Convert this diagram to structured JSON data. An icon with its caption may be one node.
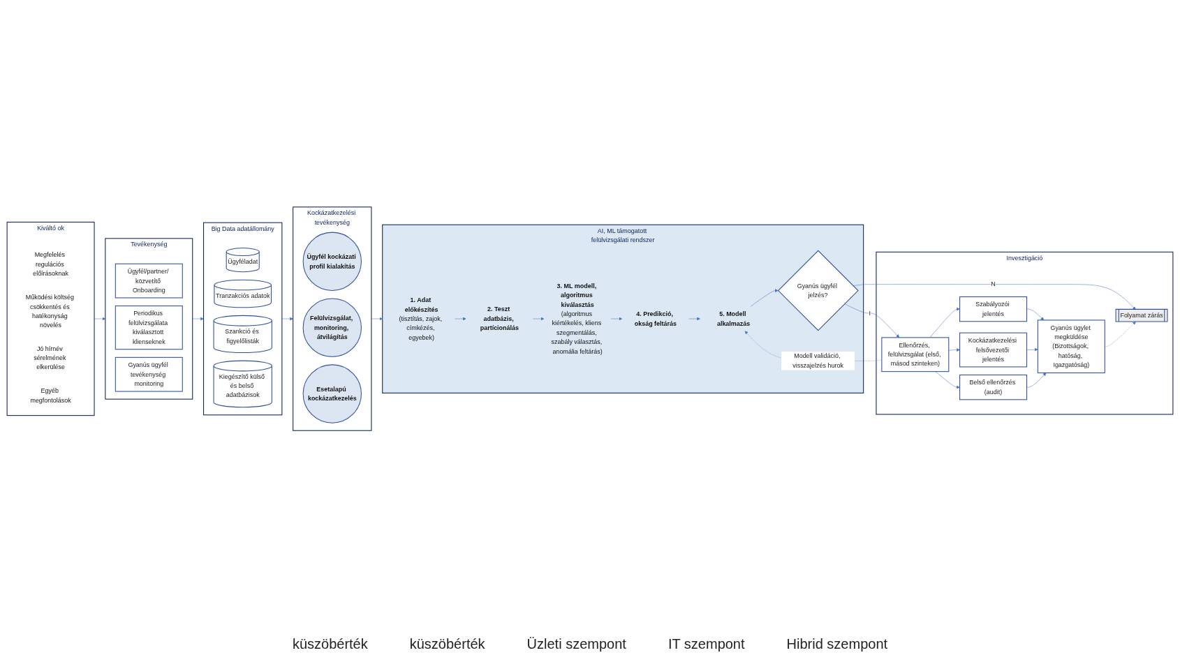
{
  "diagram": {
    "nodes": [
      {
        "text": [
          "Kiváltó ok"
        ]
      },
      {
        "text": [
          "Megfelelés regulációs előírásoknak"
        ],
        "in": 0
      },
      {
        "text": [
          "Működési költség csökkentés és hatékonyság növelés"
        ],
        "in": 0
      },
      {
        "text": [
          "Jó hírnév sérelmének elkerülése"
        ],
        "in": 0
      },
      {
        "text": [
          "Egyéb megfontolások"
        ],
        "in": 0
      },
      {
        "text": [
          "Tevékenység"
        ]
      },
      {
        "text": [
          "Ügyfél/partner/ közvetítő Onboarding"
        ],
        "in": 5
      },
      {
        "text": [
          "Periodikus felülvizsgálata kiválasztott klienseknek"
        ],
        "in": 5
      },
      {
        "text": [
          "Gyanús ügyfél tevékenység monitoring"
        ],
        "in": 5
      },
      {
        "text": [
          "Big Data adatállomány"
        ]
      },
      {
        "text": [
          "Ügyféladat"
        ],
        "in": 9
      },
      {
        "text": [
          "Tranzakciós adatok"
        ],
        "in": 9
      },
      {
        "text": [
          "Szankció és figyelőlisták"
        ],
        "in": 9
      },
      {
        "text": [
          "Kiegészítő külső és belső adatbázisok"
        ],
        "in": 9
      },
      {
        "text": [
          "Kockázatkezelési tevékenység"
        ]
      },
      {
        "text": [
          "Ügyfél kockázati profil kialakítás"
        ],
        "in": 14
      },
      {
        "text": [
          "Felülvizsgálat, monitoring, átvilágítás"
        ],
        "in": 14
      },
      {
        "text": [
          "Esetalapú kockázatkezelés"
        ],
        "in": 14
      },
      {
        "text": [
          "AI, ML támogatott felülvizsgálati rendszer"
        ]
      },
      {
        "text": [
          "1. Adat előkészítés",
          "(tisztítás, zajok, címkézés, egyebek)"
        ],
        "in": 18
      },
      {
        "text": [
          "2. Teszt adatbázis, partícionálás"
        ],
        "in": 18
      },
      {
        "text": [
          "3. ML modell, algoritmus kiválasztás",
          "(algoritmus kiértékelés, kliens szegmentálás, szabály választás, anomália feltárás)"
        ],
        "in": 18
      },
      {
        "text": [
          "4. Predikció, okság feltárás"
        ],
        "in": 18
      },
      {
        "text": [
          "5. Modell alkalmazás"
        ],
        "in": 18
      },
      {
        "text": [
          "Gyanús ügyfél jelzés?"
        ],
        "in": 18
      },
      {
        "text": [
          "Invesztigáció"
        ]
      },
      {
        "text": [
          "Szabályozói jelentés"
        ],
        "in": 25
      },
      {
        "text": [
          "Kockázatkezelési felsővezetői jelentés"
        ],
        "in": 25
      },
      {
        "text": [
          "Belső ellenőrzés (audit)"
        ],
        "in": 25
      },
      {
        "text": [
          "Gyanús ügylet megküldése",
          "(Bizottságok, hatóság, Igazgatóság)"
        ],
        "in": 25
      },
      {
        "text": [
          "Ellenőrzés, felülvizsgálat (első, másod szinteken)"
        ],
        "in": 25
      },
      {
        "text": [
          "Folyamat zárás"
        ],
        "in": 25
      }
    ],
    "edges": [
      {
        "from": 0,
        "to": 5,
        "arrow": "to"
      },
      {
        "from": 5,
        "to": 9,
        "arrow": "to"
      },
      {
        "from": 9,
        "to": 14,
        "arrow": "to"
      },
      {
        "from": 14,
        "to": 18,
        "arrow": "to"
      },
      {
        "from": 19,
        "to": 20,
        "arrow": "to"
      },
      {
        "from": 20,
        "to": 21,
        "arrow": "to"
      },
      {
        "from": 21,
        "to": 22,
        "arrow": "to"
      },
      {
        "from": 22,
        "to": 23,
        "arrow": "to"
      },
      {
        "from": 23,
        "to": 24,
        "arrow": "to"
      },
      {
        "from": 24,
        "to": 30,
        "arrow": "to",
        "label": "I"
      },
      {
        "from": 24,
        "to": 31,
        "arrow": "to",
        "label": "N"
      },
      {
        "from": 30,
        "to": 23,
        "arrow": "to",
        "style": "dashed",
        "label": "Modell validáció, visszajelzés hurok"
      },
      {
        "from": 30,
        "to": 26,
        "arrow": "to"
      },
      {
        "from": 30,
        "to": 27,
        "arrow": "to"
      },
      {
        "from": 30,
        "to": 28,
        "arrow": "to"
      },
      {
        "from": 26,
        "to": 29,
        "arrow": "to"
      },
      {
        "from": 27,
        "to": 29,
        "arrow": "to"
      },
      {
        "from": 28,
        "to": 29,
        "arrow": "to"
      },
      {
        "from": 29,
        "to": 31,
        "arrow": "to",
        "style": "dashed"
      }
    ],
    "labels": [
      "küszöbérték",
      "küszöbérték",
      "Üzleti szempont",
      "IT szempont",
      "Hibrid szempont"
    ]
  }
}
